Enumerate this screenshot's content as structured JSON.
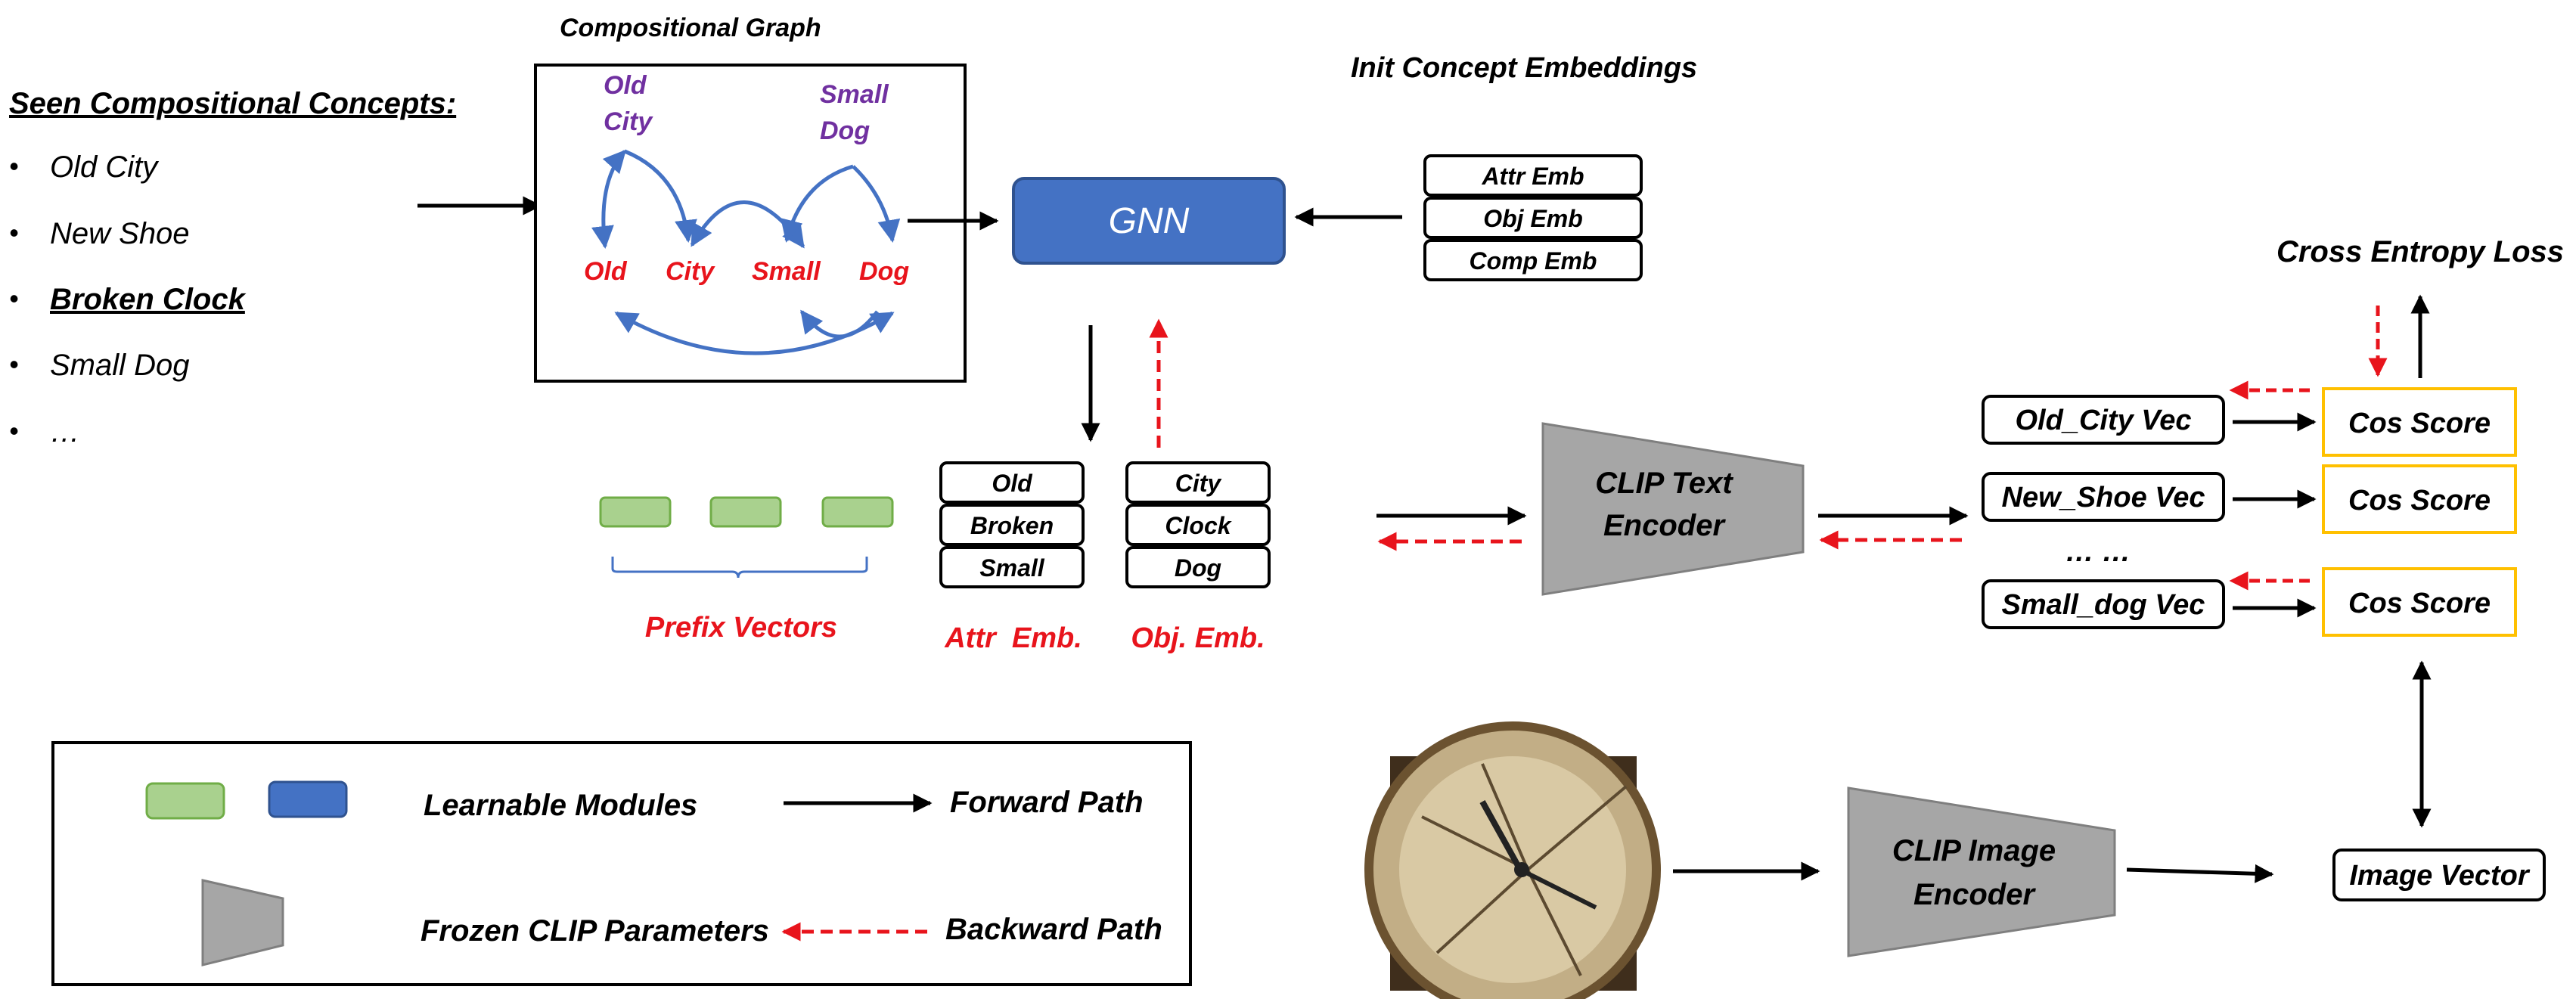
{
  "seen": {
    "title": "Seen Compositional Concepts:",
    "items": [
      "Old City",
      "New Shoe",
      "Broken Clock",
      "Small Dog",
      "…"
    ],
    "bullet": "•"
  },
  "graph": {
    "title": "Compositional Graph",
    "comp_nodes": [
      "Old",
      "City",
      "Small",
      "Dog"
    ],
    "prim_nodes": [
      "Old",
      "City",
      "Small",
      "Dog"
    ]
  },
  "gnn": {
    "label": "GNN"
  },
  "init_emb": {
    "title": "Init Concept Embeddings",
    "items": [
      "Attr Emb",
      "Obj Emb",
      "Comp Emb"
    ]
  },
  "prefix": {
    "label": "Prefix Vectors"
  },
  "attr_emb": {
    "items": [
      "Old",
      "Broken",
      "Small"
    ],
    "label": "Attr  Emb."
  },
  "obj_emb": {
    "items": [
      "City",
      "Clock",
      "Dog"
    ],
    "label": "Obj. Emb."
  },
  "text_encoder": {
    "line1": "CLIP Text",
    "line2": "Encoder"
  },
  "image_encoder": {
    "line1": "CLIP Image",
    "line2": "Encoder"
  },
  "vectors": {
    "items": [
      "Old_City Vec",
      "New_Shoe Vec",
      "Small_dog Vec"
    ],
    "ellipsis": "… …"
  },
  "scores": {
    "label": "Cos Score"
  },
  "loss": {
    "label": "Cross Entropy Loss"
  },
  "image_vector": {
    "label": "Image Vector"
  },
  "legend": {
    "learnable": "Learnable Modules",
    "forward": "Forward Path",
    "frozen": "Frozen CLIP Parameters",
    "backward": "Backward Path"
  },
  "colors": {
    "red": "#e8141c",
    "purple": "#7030a0",
    "blue_arrow": "#4472c4",
    "gnn_fill": "#4472c4",
    "gnn_stroke": "#2f528f",
    "green_fill": "#a9d18e",
    "green_stroke": "#70ad47",
    "encoder_fill": "#a6a6a6",
    "encoder_stroke": "#7f7f7f",
    "score_border": "#ffc000"
  }
}
